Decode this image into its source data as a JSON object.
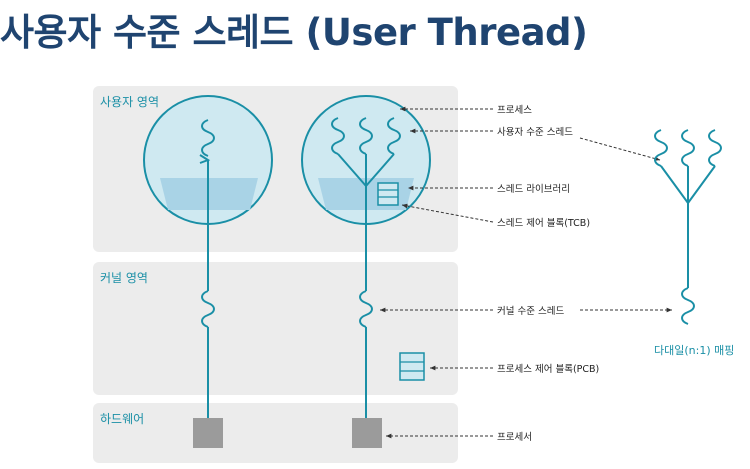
{
  "title": "사용자 수준 스레드 (User Thread)",
  "panels": {
    "user_area": "사용자 영역",
    "kernel_area": "커널 영역",
    "hardware": "하드웨어"
  },
  "callouts": {
    "process": "프로세스",
    "user_level_thread": "사용자 수준 스레드",
    "thread_library": "스레드 라이브러리",
    "tcb": "스레드 제어 블록(TCB)",
    "kernel_level_thread": "커널 수준 스레드",
    "pcb": "프로세스 제어 블록(PCB)",
    "processor": "프로세서"
  },
  "mapping_label": "다대일(n:1) 매핑",
  "colors": {
    "title": "#1f4470",
    "accent": "#1a8fa6",
    "panel": "#ececec",
    "circle": "#cfe9f1",
    "library": "#a9d3e6",
    "processor": "#9b9b9b"
  }
}
